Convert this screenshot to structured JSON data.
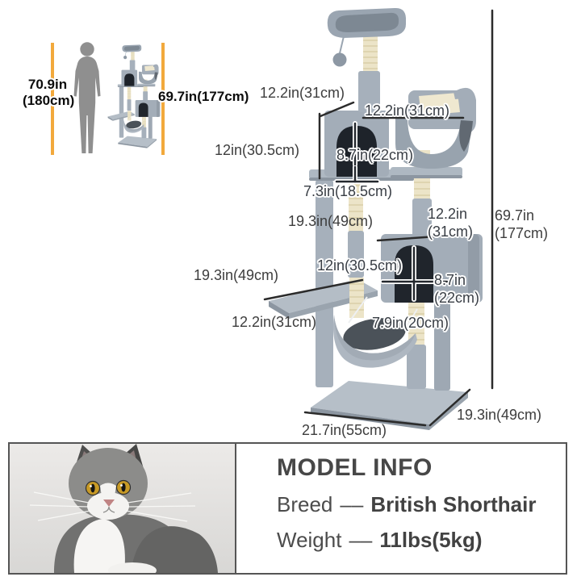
{
  "size_comparison": {
    "human_height_line1": "70.9in",
    "human_height_line2": "(180cm)",
    "tree_height": "69.7in(177cm)"
  },
  "dimensions": {
    "top_perch_width": "12.2in(31cm)",
    "upper_condo_width": "12.2in(31cm)",
    "upper_condo_opening": "8.7in(22cm)",
    "upper_condo_height": "12in(30.5cm)",
    "condo_platform_gap": "7.3in(18.5cm)",
    "middle_post_height": "19.3in(49cm)",
    "lower_condo_width_line1": "12.2in",
    "lower_condo_width_line2": "(31cm)",
    "total_height_line1": "69.7in",
    "total_height_line2": "(177cm)",
    "lower_condo_height": "12in(30.5cm)",
    "lower_condo_opening_line1": "8.7in",
    "lower_condo_opening_line2": "(22cm)",
    "left_post_height": "19.3in(49cm)",
    "left_platform_width": "12.2in(31cm)",
    "hammock_width": "7.9in(20cm)",
    "base_depth": "19.3in(49cm)",
    "base_width": "21.7in(55cm)"
  },
  "model_info": {
    "title": "MODEL INFO",
    "breed_label": "Breed",
    "breed_separator": "––",
    "breed_value": "British Shorthair",
    "weight_label": "Weight",
    "weight_separator": "––",
    "weight_value": "11lbs(5kg)"
  },
  "colors": {
    "accent_yellow": "#f2a93c",
    "tree_plush_gray": "#a3adb8",
    "sisal_beige": "#ece4c8",
    "dimension_text": "#3d3d3d",
    "panel_border": "#555555",
    "cat_eye_amber": "#c89a26"
  }
}
